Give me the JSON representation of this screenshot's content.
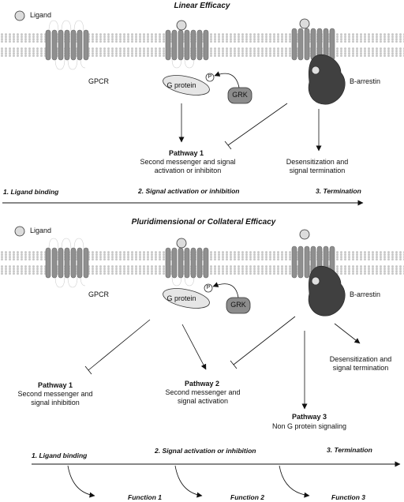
{
  "panel1": {
    "title": "Linear Efficacy",
    "ligand_label": "Ligand",
    "gpcr_label": "GPCR",
    "gprotein_label": "G protein",
    "phospho_label": "P",
    "grk_label": "GRK",
    "barrestin_label": "B-arrestin",
    "pathway1_title": "Pathway 1",
    "pathway1_line1": "Second messenger and signal",
    "pathway1_line2": "activation or inhibiton",
    "desens_line1": "Desensitization and",
    "desens_line2": "signal termination",
    "step1": "1. Ligand binding",
    "step2": "2. Signal activation or inhibition",
    "step3": "3. Termination"
  },
  "panel2": {
    "title": "Pluridimensional or Collateral Efficacy",
    "ligand_label": "Ligand",
    "gpcr_label": "GPCR",
    "gprotein_label": "G protein",
    "phospho_label": "P",
    "grk_label": "GRK",
    "barrestin_label": "B-arrestin",
    "pathway1_title": "Pathway 1",
    "pathway1_line1": "Second messenger and",
    "pathway1_line2": "signal inhibition",
    "pathway2_title": "Pathway 2",
    "pathway2_line1": "Second messenger and",
    "pathway2_line2": "signal activation",
    "pathway3_title": "Pathway 3",
    "pathway3_line1": "Non G protein signaling",
    "desens_line1": "Desensitization and",
    "desens_line2": "signal termination",
    "step1": "1. Ligand binding",
    "step2": "2. Signal activation or inhibition",
    "step3": "3. Termination",
    "function1": "Function 1",
    "function2": "Function 2",
    "function3": "Function 3"
  }
}
